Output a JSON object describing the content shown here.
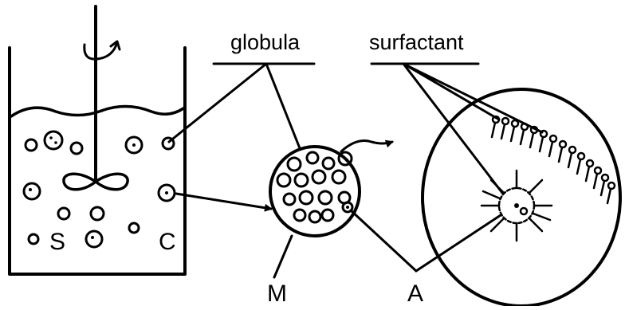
{
  "labels": {
    "globula": "globula",
    "surfactant": "surfactant",
    "s": "S",
    "c": "C",
    "m": "M",
    "a": "A"
  },
  "colors": {
    "ink": "#000000",
    "background": "#ffffff"
  },
  "icons": {
    "rotation": "curved-rotation-arrow-icon"
  }
}
